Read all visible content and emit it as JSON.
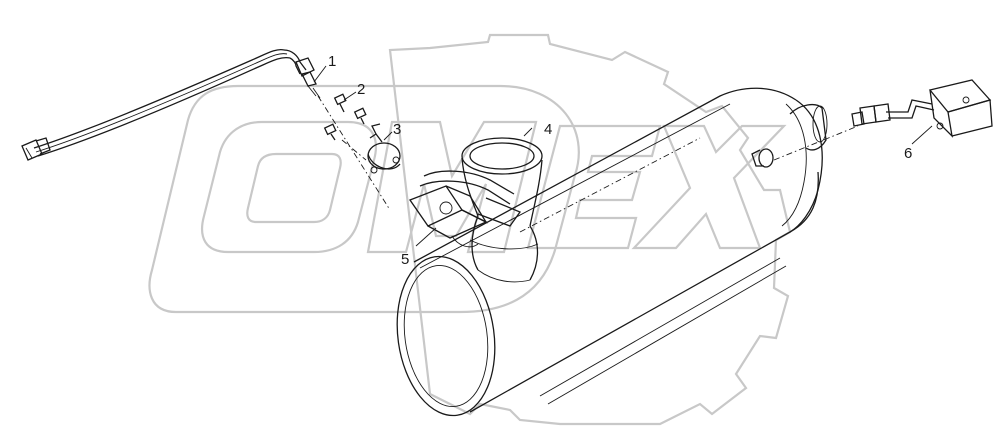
{
  "callouts": [
    {
      "id": "1",
      "label": "1"
    },
    {
      "id": "2",
      "label": "2"
    },
    {
      "id": "3",
      "label": "3"
    },
    {
      "id": "4",
      "label": "4"
    },
    {
      "id": "5",
      "label": "5"
    },
    {
      "id": "6",
      "label": "6"
    }
  ],
  "watermark": {
    "text": "OMEX",
    "color": "#c8c8c8"
  },
  "colors": {
    "line": "#1a1a1a",
    "background": "#ffffff"
  }
}
